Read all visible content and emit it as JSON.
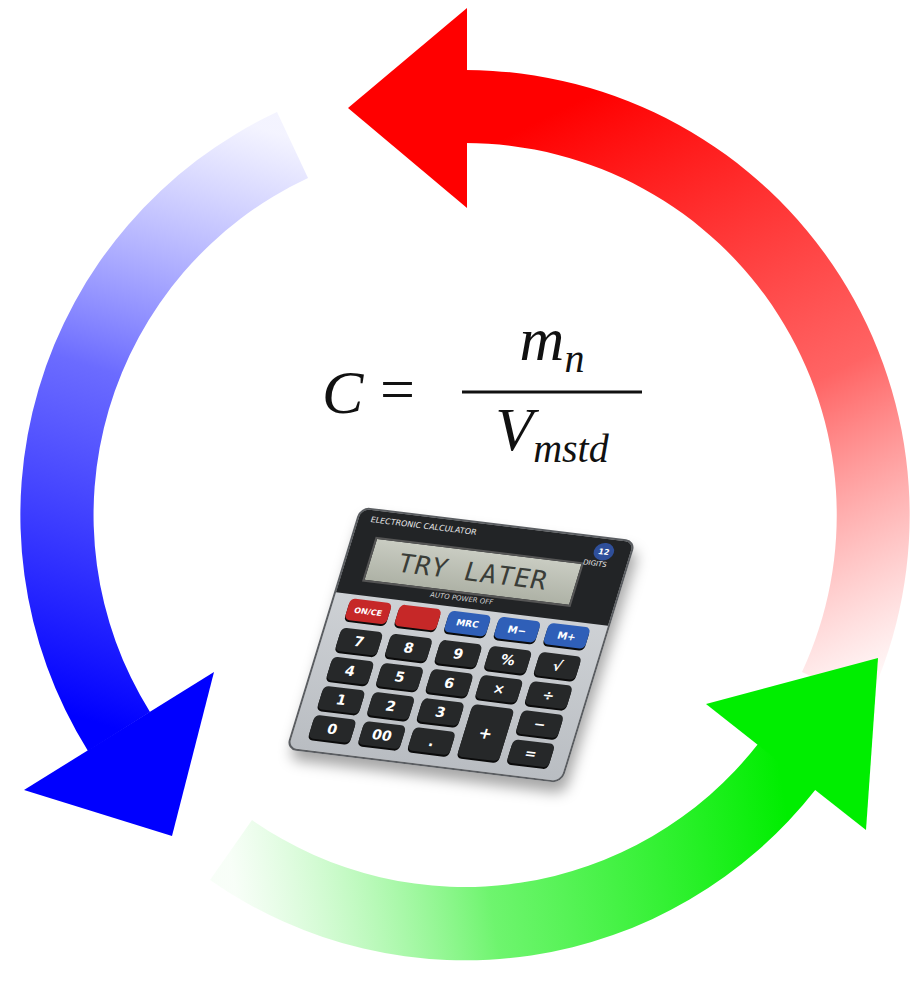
{
  "diagram": {
    "labels": [
      "C",
      "=",
      "m",
      "n",
      "V",
      "mstd",
      "ELECTRONIC CALCULATOR",
      "TRY LATER",
      "12",
      "DIGITS",
      "AUTO POWER OFF",
      "ON/CE",
      "MRC",
      "M−",
      "M+",
      "7",
      "8",
      "9",
      "%",
      "√",
      "4",
      "5",
      "6",
      "×",
      "÷",
      "1",
      "2",
      "3",
      "+",
      "−",
      "0",
      "00",
      ".",
      "="
    ]
  }
}
